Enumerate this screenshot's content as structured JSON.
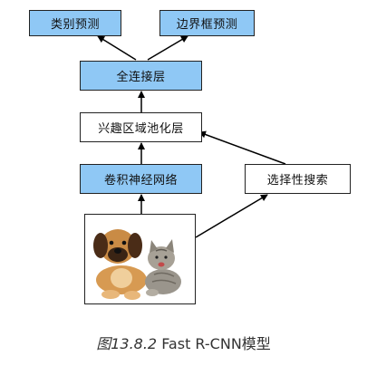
{
  "nodes": {
    "class_pred": "类别预测",
    "bbox_pred": "边界框预测",
    "fc_layer": "全连接层",
    "roi_pool": "兴趣区域池化层",
    "cnn": "卷积神经网络",
    "selective_search": "选择性搜索"
  },
  "image": {
    "subject": "puppy and kitten photo"
  },
  "caption": {
    "figure": "图13.8.2",
    "title": " Fast R-CNN模型"
  },
  "colors": {
    "blue_box": "#8fc8f5",
    "line": "#000000"
  }
}
